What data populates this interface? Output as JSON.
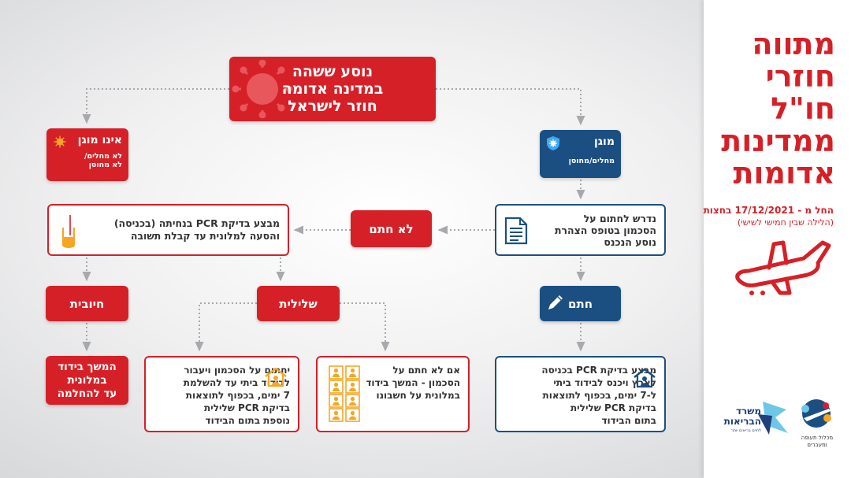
{
  "panel": {
    "title": "מתווה\nחוזרי\nחו\"ל\nממדינות\nאדומות",
    "date_line": "החל מ - 17/12/2021 בחצות",
    "date_note": "(הלילה שבין חמישי לשישי)",
    "plane_icon": "airplane-icon",
    "logos": {
      "ministry_name": "משרד\nהבריאות",
      "ministry_sub": "לחיים בריאים יותר",
      "aviation_name": "מכלול תעופה\nומעברים"
    }
  },
  "flow": {
    "top": "נוסע ששהה\nבמדינה אדומה\nחוזר לישראל",
    "protected": {
      "title": "מוגן",
      "subtitle": "מחלים/מחוסן"
    },
    "unprotected": {
      "title": "אינו מוגן",
      "subtitle": "לא מחלים/\nלא מחוסן"
    },
    "declare": "נדרש לחתום על\nהסכמון בטופס הצהרת\nנוסע הנכנס",
    "not_signed": "לא חתם",
    "pcr_test": "מבצע בדיקת PCR בנחיתה (בכניסה)\nוהסעה למלונית עד קבלת תשובה",
    "signed": "חתם",
    "negative": "שלילית",
    "positive": "חיובית",
    "continue_hotel": "המשך בידוד\nבמלונית\nעד להחלמה",
    "sign_home": "יחתום על הסכמון ויעבור\nלבידוד ביתי עד להשלמת\n7 ימים, בכפוף לתוצאות\nבדיקת PCR שלילית\nנוספת בתום הבידוד",
    "not_sign_hotel": "אם לא חתם על\nהסכמון - המשך בידוד\nבמלונית על חשבונו",
    "pcr_home": "מבצע בדיקת PCR בכניסה\nלארץ ויכנס לבידוד ביתי\nל-7 ימים, בכפוף לתוצאות\nבדיקת PCR שלילית\nבתום הבידוד"
  },
  "colors": {
    "red": "#d62027",
    "blue": "#1b4f82",
    "orange": "#f5a623",
    "connector": "#a7a9ac"
  },
  "icons": [
    "virus-icon",
    "shield-icon",
    "document-icon",
    "test-tube-icon",
    "pen-icon",
    "house-icon",
    "people-grid-icon"
  ]
}
